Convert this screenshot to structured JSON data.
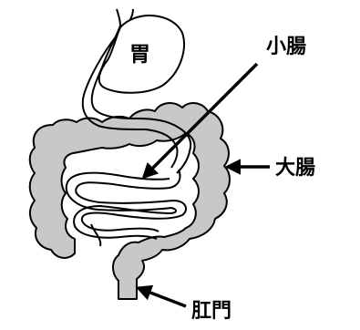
{
  "labels": {
    "stomach": "胃",
    "small_intestine": "小腸",
    "large_intestine": "大腸",
    "anus": "肛門"
  },
  "colors": {
    "large_intestine_fill": "#c8c8c8",
    "stroke": "#000000",
    "background": "#ffffff"
  }
}
